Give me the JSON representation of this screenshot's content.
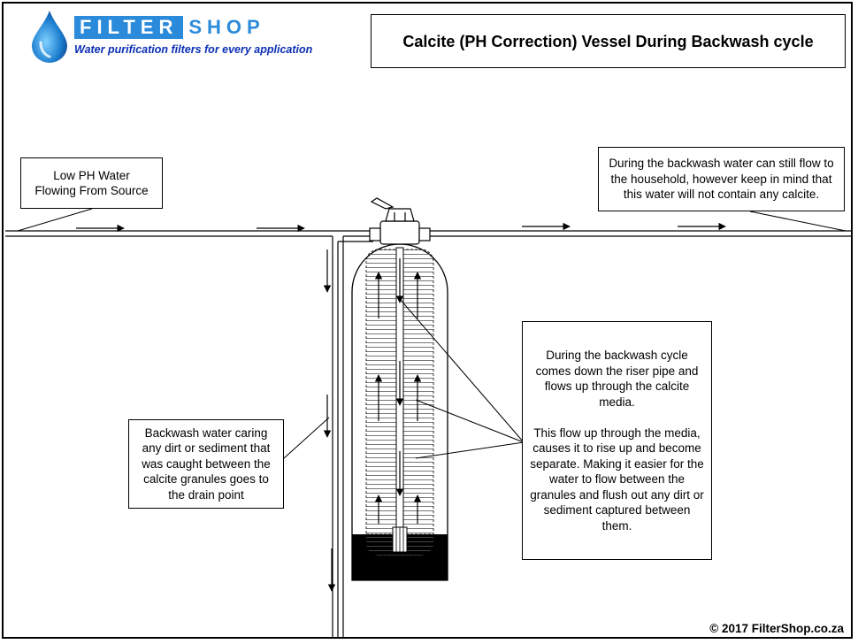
{
  "logo": {
    "word_filter": "FILTER",
    "word_shop": "SHOP",
    "tagline": "Water purification filters for every application",
    "color_blue": "#2b8ad9",
    "color_tagline": "#0b2fb5"
  },
  "title": "Calcite (PH Correction) Vessel During Backwash cycle",
  "labels": {
    "source": "Low PH Water\nFlowing From Source",
    "household": "During the backwash water can still flow to the household, however keep in mind that this water will not contain any calcite.",
    "drain": "Backwash water caring any dirt or sediment that was caught between the calcite granules goes to the drain point",
    "backwash": "During the backwash cycle comes down the riser pipe and flows up through the calcite media.\n\nThis flow up through the media, causes it to rise up and become separate. Making it easier for the water to flow between the granules and flush out any dirt or sediment captured between them."
  },
  "copyright": "© 2017 FilterShop.co.za"
}
